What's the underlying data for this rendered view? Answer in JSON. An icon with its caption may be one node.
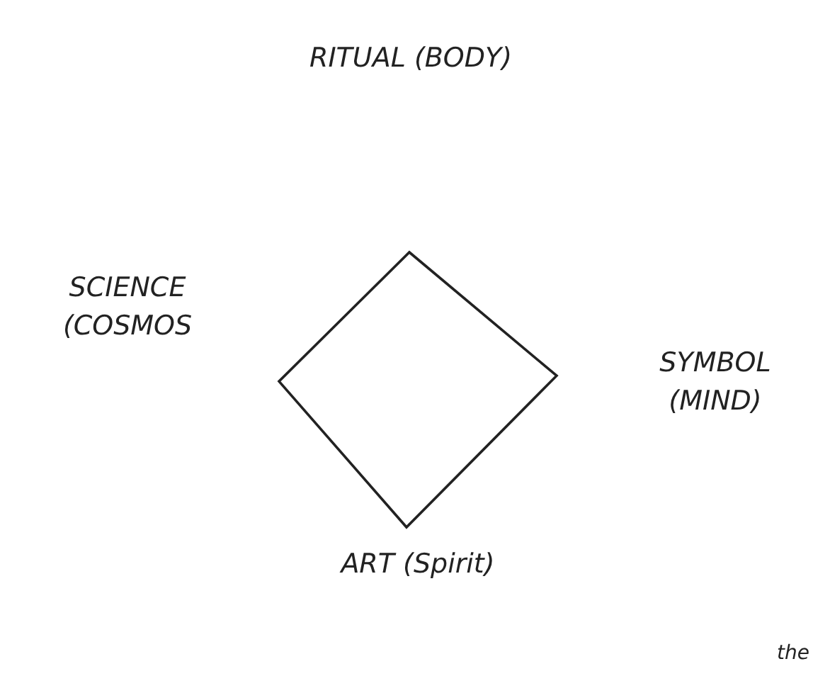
{
  "diagram": {
    "nodes": [
      {
        "text": [],
        "shape": "diamond"
      }
    ],
    "labels": [
      "RITUAL (BODY)",
      "SCIENCE (COSMOS",
      "SYMBOL (MIND)",
      "ART (Spirit)",
      "the"
    ]
  }
}
